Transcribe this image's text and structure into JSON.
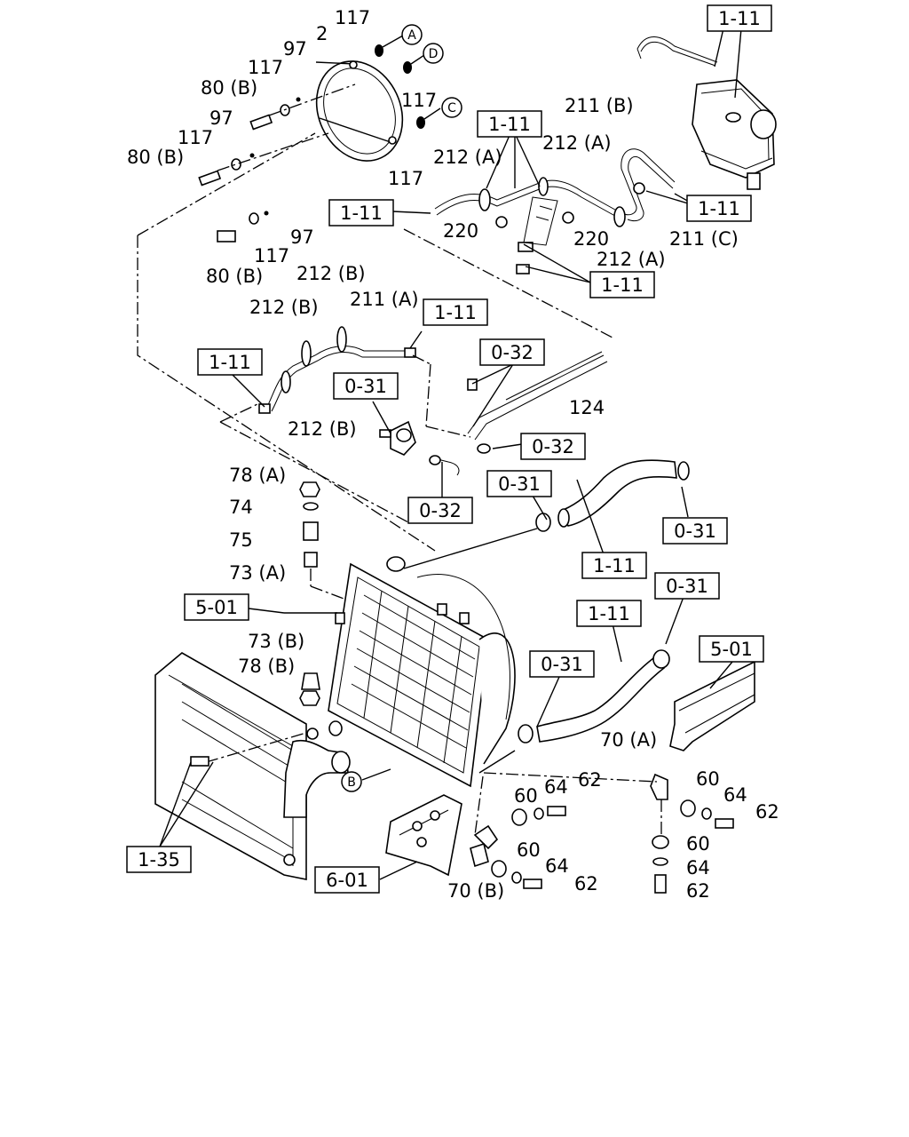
{
  "part_labels": {
    "l117_a": "117",
    "l117_b": "117",
    "l117_c": "117",
    "l117_d": "117",
    "l117_e": "117",
    "l117_f": "117",
    "l97_a": "97",
    "l97_b": "97",
    "l97_c": "97",
    "l80b_a": "80 (B)",
    "l80b_b": "80 (B)",
    "l80b_c": "80 (B)",
    "l2": "2",
    "l211b": "211 (B)",
    "l211a": "211 (A)",
    "l211c": "211 (C)",
    "l212a_a": "212 (A)",
    "l212a_b": "212 (A)",
    "l212a_c": "212 (A)",
    "l212b_a": "212 (B)",
    "l212b_b": "212 (B)",
    "l212b_c": "212 (B)",
    "l220_a": "220",
    "l220_b": "220",
    "l124": "124",
    "l78a": "78 (A)",
    "l74": "74",
    "l75": "75",
    "l73a": "73 (A)",
    "l73b": "73 (B)",
    "l78b": "78 (B)",
    "l70a": "70 (A)",
    "l70b": "70 (B)",
    "l60_a": "60",
    "l60_b": "60",
    "l60_c": "60",
    "l60_d": "60",
    "l64_a": "64",
    "l64_b": "64",
    "l64_c": "64",
    "l64_d": "64",
    "l62_a": "62",
    "l62_b": "62",
    "l62_c": "62",
    "l62_d": "62"
  },
  "ref_boxes": {
    "r111_tank": "1-11",
    "r111_a": "1-11",
    "r111_b": "1-11",
    "r111_c": "1-11",
    "r111_d": "1-11",
    "r111_e": "1-11",
    "r111_f": "1-11",
    "r111_g": "1-11",
    "r111_h": "1-11",
    "r031_a": "0-31",
    "r031_b": "0-31",
    "r031_c": "0-31",
    "r031_d": "0-31",
    "r031_e": "0-31",
    "r032_a": "0-32",
    "r032_b": "0-32",
    "r032_c": "0-32",
    "r501_a": "5-01",
    "r501_b": "5-01",
    "r135": "1-35",
    "r601": "6-01"
  },
  "circle_markers": {
    "a": "A",
    "d": "D",
    "c": "C",
    "b": "B"
  }
}
